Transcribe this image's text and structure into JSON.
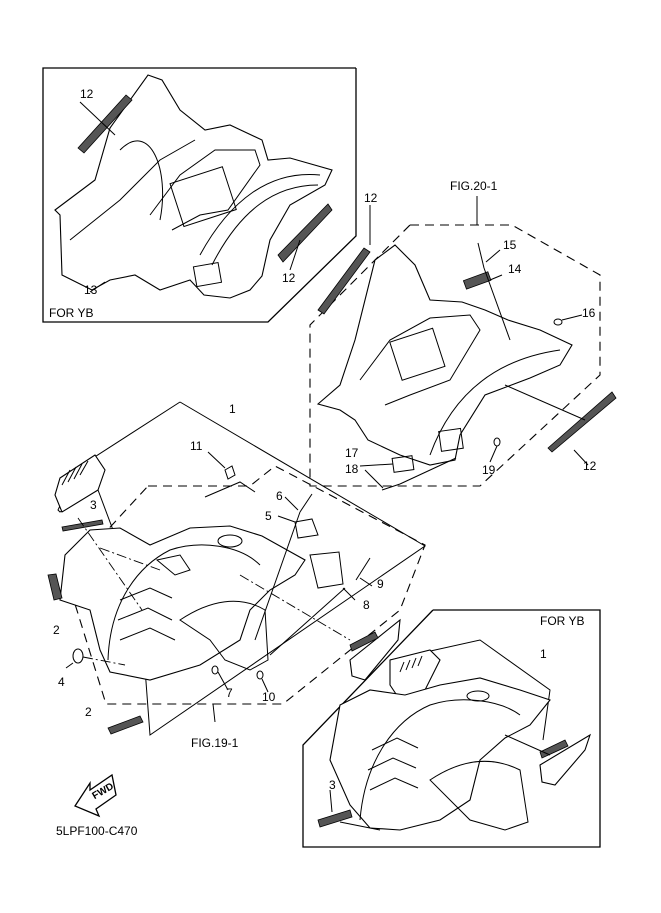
{
  "diagram": {
    "part_code": "5LPF100-C470",
    "fwd_label": "FWD",
    "inset_top_left": {
      "title": "FOR YB",
      "callouts": [
        "12",
        "12",
        "13"
      ]
    },
    "inset_bottom_right": {
      "title": "FOR YB",
      "callouts": [
        "1",
        "3"
      ]
    },
    "fig_refs": {
      "rear": "FIG.20-1",
      "front": "FIG.19-1"
    },
    "rear_fender_callouts": [
      "12",
      "15",
      "14",
      "16",
      "17",
      "18",
      "19",
      "12"
    ],
    "front_fender_callouts": [
      "1",
      "11",
      "3",
      "6",
      "5",
      "9",
      "8",
      "2",
      "4",
      "7",
      "10",
      "2"
    ]
  }
}
